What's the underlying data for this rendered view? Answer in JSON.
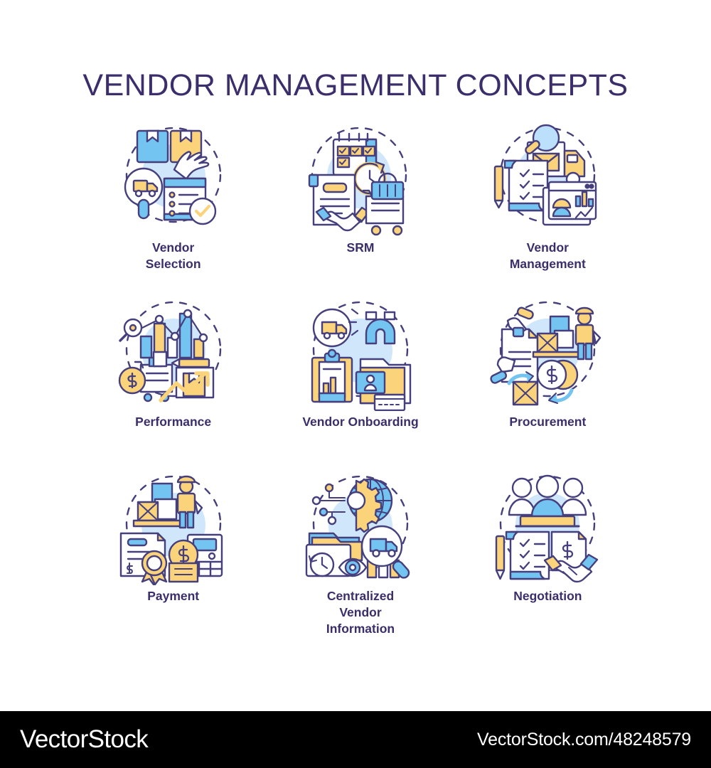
{
  "header": {
    "title": "VENDOR MANAGEMENT CONCEPTS"
  },
  "palette": {
    "outline": "#45407d",
    "blue": "#74c4f2",
    "blue_light": "#bcdffb",
    "blue_pale": "#cfe6fb",
    "yellow": "#fbd37a",
    "yellow_light": "#fde5ad",
    "white": "#ffffff",
    "label_color": "#3c2d6b",
    "background": "#ffffff",
    "footer_background": "#000000",
    "footer_text": "#ffffff"
  },
  "concepts": [
    {
      "id": "vendor-selection",
      "label": "Vendor\nSelection",
      "icons": [
        "package-box-icon",
        "hand-pointing-icon",
        "magnifier-truck-icon",
        "checklist-icon",
        "check-circle-icon"
      ]
    },
    {
      "id": "srm",
      "label": "SRM",
      "icons": [
        "calendar-check-icon",
        "clock-history-icon",
        "contract-handshake-icon",
        "shopping-cart-icon",
        "shopping-basket-icon"
      ]
    },
    {
      "id": "vendor-management",
      "label": "Vendor\nManagement",
      "icons": [
        "magnifier-icon",
        "delivery-truck-envelope-icon",
        "checklist-pen-icon",
        "dashboard-charts-icon"
      ]
    },
    {
      "id": "performance",
      "label": "Performance",
      "icons": [
        "bar-chart-line-icon",
        "magnifier-icon",
        "dollar-coin-icon",
        "shopping-cart-icon",
        "pencil-icon",
        "box-growth-arrow-icon"
      ]
    },
    {
      "id": "vendor-onboarding",
      "label": "Vendor Onboarding",
      "icons": [
        "truck-circle-icon",
        "magnet-icon",
        "clipboard-chart-icon",
        "folder-id-card-icon"
      ]
    },
    {
      "id": "procurement",
      "label": "Procurement",
      "icons": [
        "hands-document-icon",
        "pallet-boxes-worker-icon",
        "dollar-coins-icon",
        "package-exchange-arrows-icon"
      ]
    },
    {
      "id": "payment",
      "label": "Payment",
      "icons": [
        "pallet-boxes-worker-icon",
        "certificate-seal-icon",
        "dollar-coin-icon",
        "calculator-icon",
        "cash-stack-icon"
      ]
    },
    {
      "id": "centralized-vendor-information",
      "label": "Centralized\nVendor\nInformation",
      "icons": [
        "gear-globe-icon",
        "network-nodes-icon",
        "folder-clock-icon",
        "eye-icon",
        "magnifier-truck-icon",
        "bar-chart-icon"
      ]
    },
    {
      "id": "negotiation",
      "label": "Negotiation",
      "icons": [
        "people-table-icon",
        "checklist-pen-icon",
        "dollar-document-icon",
        "handshake-icon"
      ]
    }
  ],
  "footer": {
    "logo": "VectorStock",
    "url": "VectorStock.com/48248579"
  }
}
